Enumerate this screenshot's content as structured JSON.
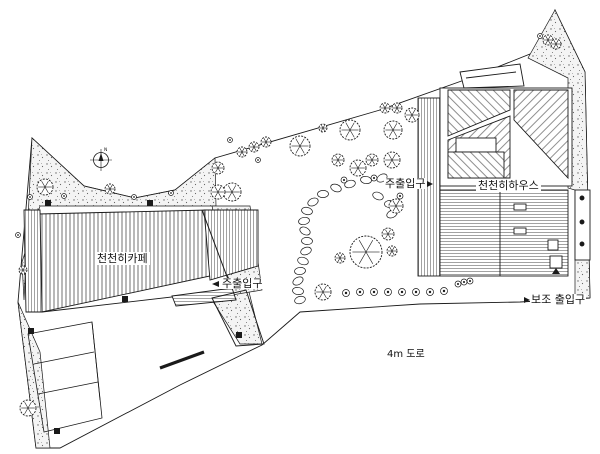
{
  "labels": {
    "cafe": "천천히카페",
    "cafe_entrance": "주출입구",
    "house": "천천히하우스",
    "house_entrance": "주출입구",
    "sub_entrance": "보조 출입구",
    "road": "4m 도로"
  },
  "north_marker": "N",
  "icons": {
    "north_arrow": "compass-north-icon",
    "tree": "tree-canopy-icon",
    "shrub": "shrub-icon",
    "stepping_stone": "stepping-stone-icon",
    "entrance_arrow": "triangle-arrow-icon"
  },
  "colors": {
    "line": "#1a1a1a",
    "stone_fill": "#f2f2f2",
    "background": "#ffffff"
  }
}
